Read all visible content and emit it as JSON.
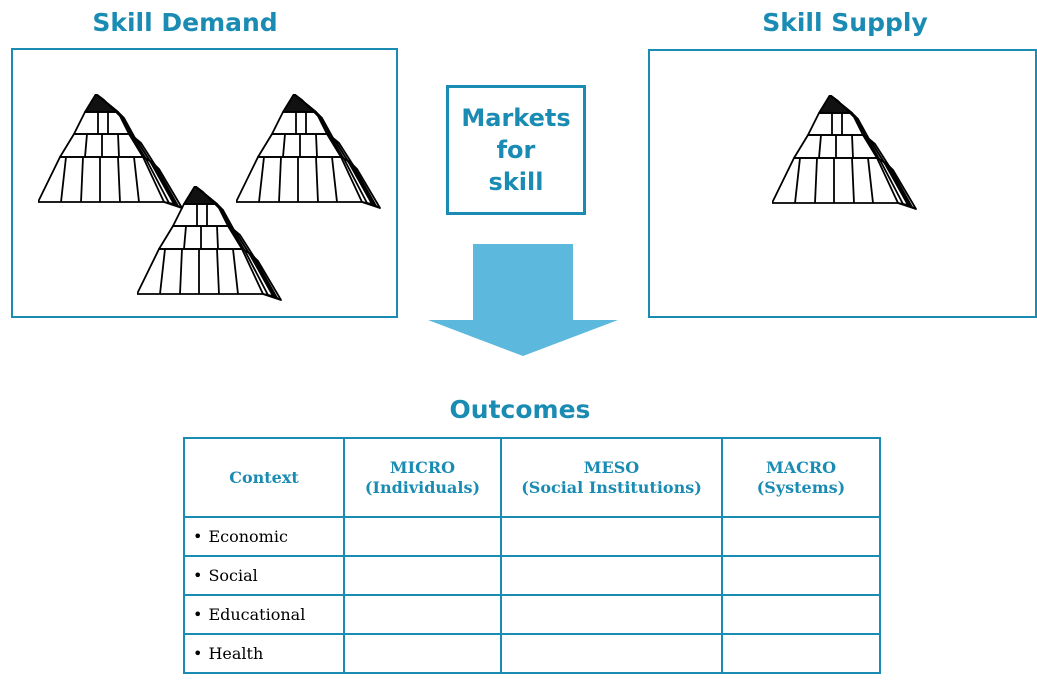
{
  "titles": {
    "demand": "Skill Demand",
    "supply": "Skill Supply",
    "outcomes": "Outcomes"
  },
  "markets": {
    "lines": [
      "Markets",
      "for",
      "skill"
    ]
  },
  "table": {
    "headers": [
      {
        "lines": [
          "Context"
        ]
      },
      {
        "lines": [
          "MICRO",
          "(Individuals)"
        ]
      },
      {
        "lines": [
          "MESO",
          "(Social Institutions)"
        ]
      },
      {
        "lines": [
          "MACRO",
          "(Systems)"
        ]
      }
    ],
    "bullet": "•",
    "rows": [
      {
        "label": "Economic"
      },
      {
        "label": "Social"
      },
      {
        "label": "Educational"
      },
      {
        "label": "Health"
      }
    ]
  },
  "colors": {
    "accent": "#1a8bb3",
    "arrow": "#5cb8dd",
    "line": "#000000"
  },
  "icons": {
    "pyramid": "pyramid-icon",
    "flow": "down-arrow-icon"
  }
}
